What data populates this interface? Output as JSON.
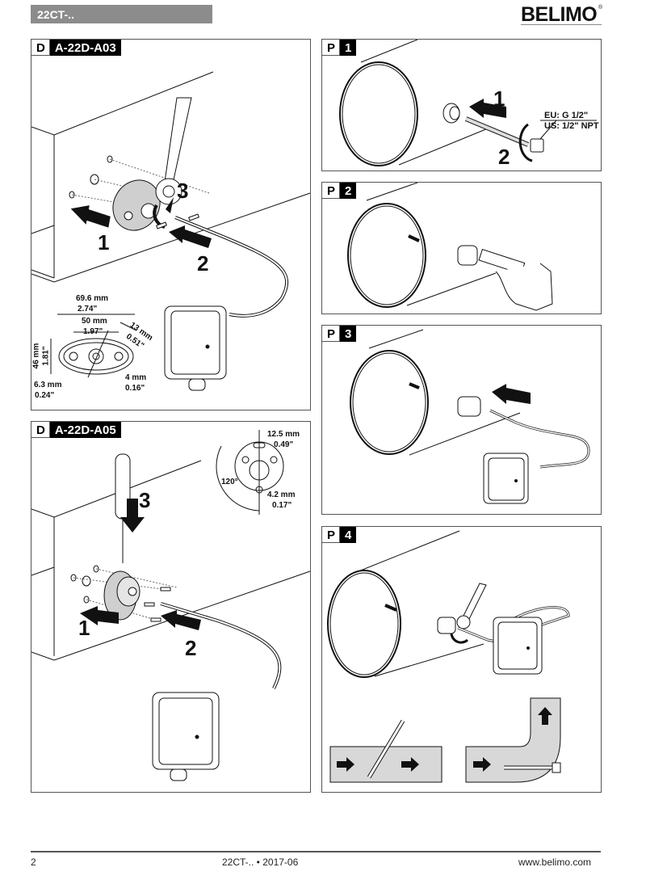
{
  "header": {
    "product_code": "22CT-..",
    "brand": "BELIMO"
  },
  "panels": {
    "d1": {
      "letter": "D",
      "code": "A-22D-A03",
      "steps": [
        "1",
        "2",
        "3"
      ],
      "dimensions": {
        "width_outer_mm": "69.6 mm",
        "width_outer_in": "2.74\"",
        "hole_spacing_mm": "50 mm",
        "hole_spacing_in": "1.97\"",
        "diag_mm": "13 mm",
        "diag_in": "0.51\"",
        "height_mm": "46 mm",
        "height_in": "1.81\"",
        "hole_mm": "6.3 mm",
        "hole_in": "0.24\"",
        "slot_mm": "4 mm",
        "slot_in": "0.16\""
      }
    },
    "d2": {
      "letter": "D",
      "code": "A-22D-A05",
      "steps": [
        "1",
        "2",
        "3"
      ],
      "dimensions": {
        "offset_mm": "12.5 mm",
        "offset_in": "0.49\"",
        "angle": "120°",
        "hole_mm": "4.2 mm",
        "hole_in": "0.17\""
      }
    },
    "p1": {
      "letter": "P",
      "num": "1",
      "steps": [
        "1",
        "2"
      ],
      "thread_eu": "EU: G 1/2\"",
      "thread_us": "US: 1/2\" NPT"
    },
    "p2": {
      "letter": "P",
      "num": "2"
    },
    "p3": {
      "letter": "P",
      "num": "3"
    },
    "p4": {
      "letter": "P",
      "num": "4"
    }
  },
  "footer": {
    "page_number": "2",
    "doc_ref": "22CT-.. • 2017-06",
    "website": "www.belimo.com"
  },
  "colors": {
    "header_bar": "#8c8c8c",
    "tag_dark": "#000000",
    "pipe_fill": "#d8d8d8",
    "line": "#111111"
  }
}
